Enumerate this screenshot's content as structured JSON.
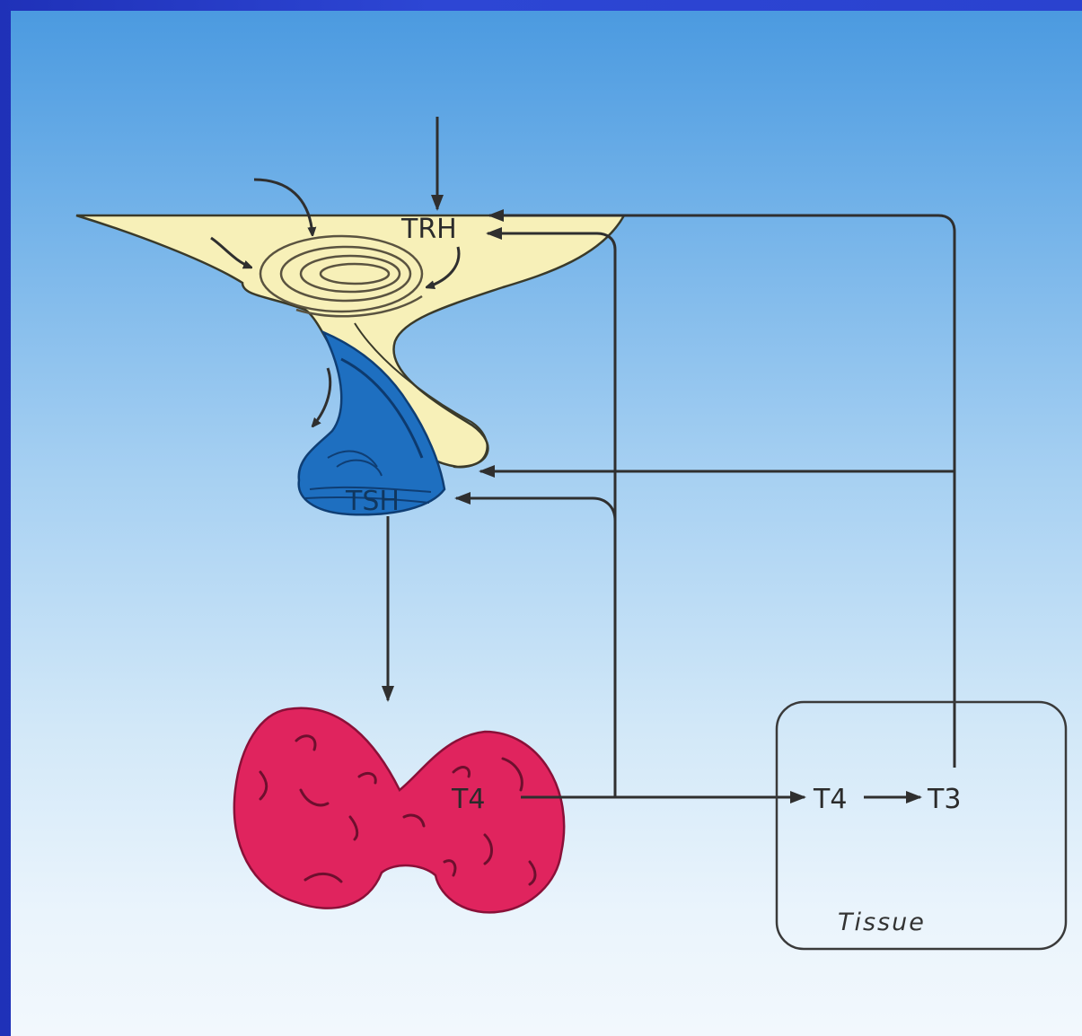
{
  "labels": {
    "trh": "TRH",
    "tsh": "TSH",
    "t4_gland": "T4",
    "t4_tissue": "T4",
    "t3_tissue": "T3",
    "tissue": "Tissue"
  },
  "colors": {
    "hypothalamus": "#f7f0b8",
    "pituitary": "#1e6fc0",
    "thyroid": "#e0245e",
    "background_top": "#4b9ae0",
    "background_bottom": "#f2f8fd"
  }
}
